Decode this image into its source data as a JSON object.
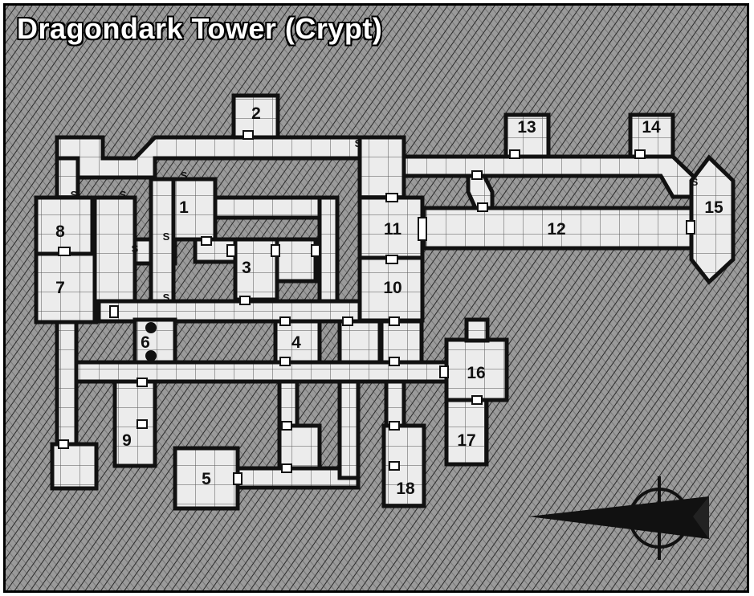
{
  "map": {
    "title": "Dragondark Tower (Crypt)",
    "background_color": "#8a8a8a",
    "floor_color": "#e6e6e6",
    "wall_color": "#111111",
    "room_labels": [
      "1",
      "2",
      "3",
      "4",
      "5",
      "6",
      "7",
      "8",
      "9",
      "10",
      "11",
      "12",
      "13",
      "14",
      "15",
      "16",
      "17",
      "18"
    ],
    "secret_door_symbol": "S"
  }
}
